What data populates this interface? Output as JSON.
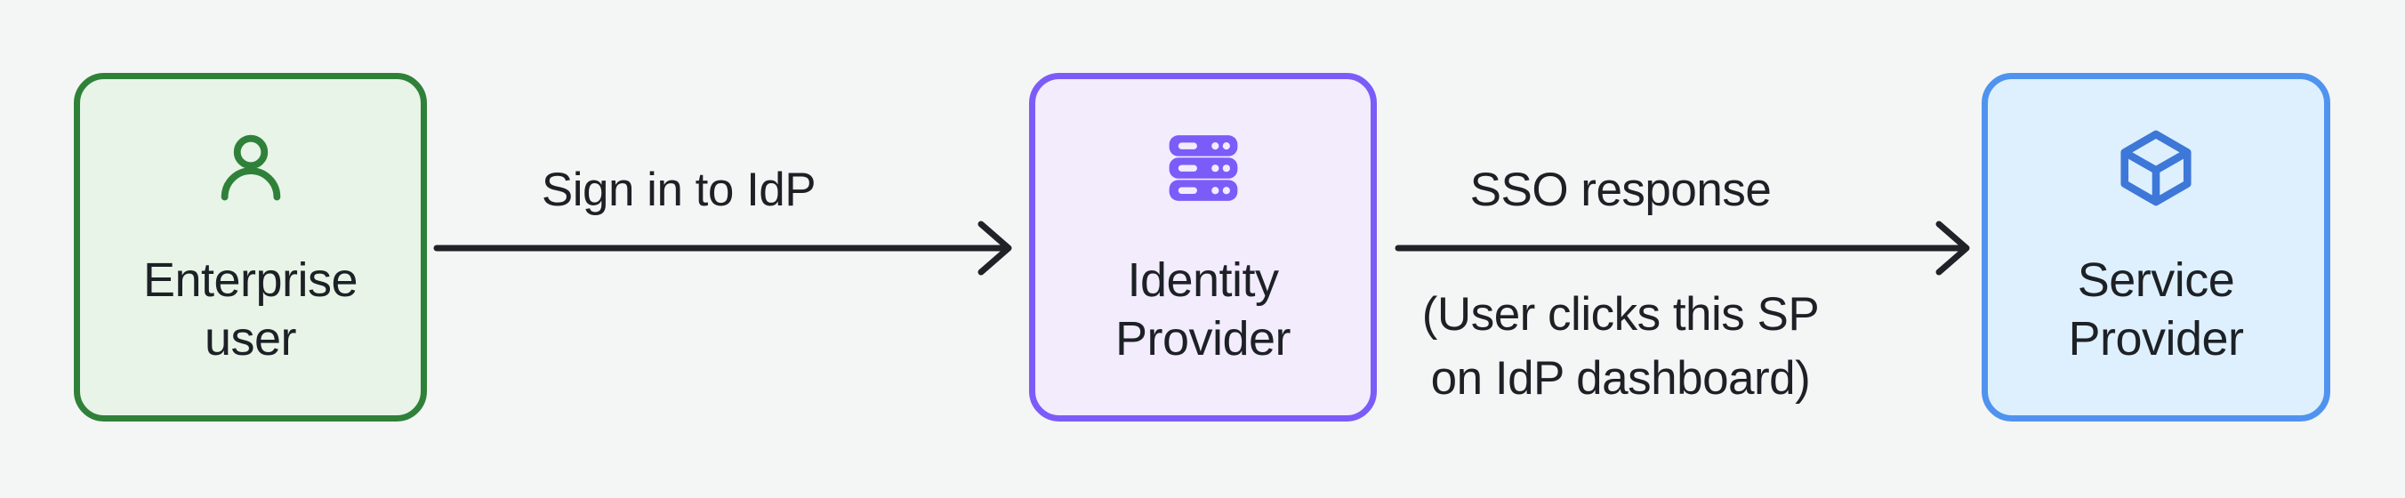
{
  "diagram": {
    "background_color": "#f4f6f5",
    "text_color": "#1d2126",
    "arrow_color": "#1f2328",
    "nodes": [
      {
        "id": "enterprise-user",
        "lines": [
          "Enterprise",
          "user"
        ],
        "icon": "user-icon",
        "border_color": "#2f8139",
        "fill_color": "#e8f4e7",
        "icon_color": "#2f8139"
      },
      {
        "id": "identity-provider",
        "lines": [
          "Identity",
          "Provider"
        ],
        "icon": "server-stack-icon",
        "border_color": "#7c5cf8",
        "fill_color": "#f2ecfd",
        "icon_color": "#7c5cf8"
      },
      {
        "id": "service-provider",
        "lines": [
          "Service",
          "Provider"
        ],
        "icon": "cube-icon",
        "border_color": "#5093ef",
        "fill_color": "#def0fd",
        "icon_color": "#3d78d8"
      }
    ],
    "edges": [
      {
        "id": "user-to-idp",
        "label": "Sign in to IdP"
      },
      {
        "id": "idp-to-sp",
        "label": "SSO response",
        "note_lines": [
          "(User clicks this SP",
          "on IdP dashboard)"
        ]
      }
    ]
  }
}
